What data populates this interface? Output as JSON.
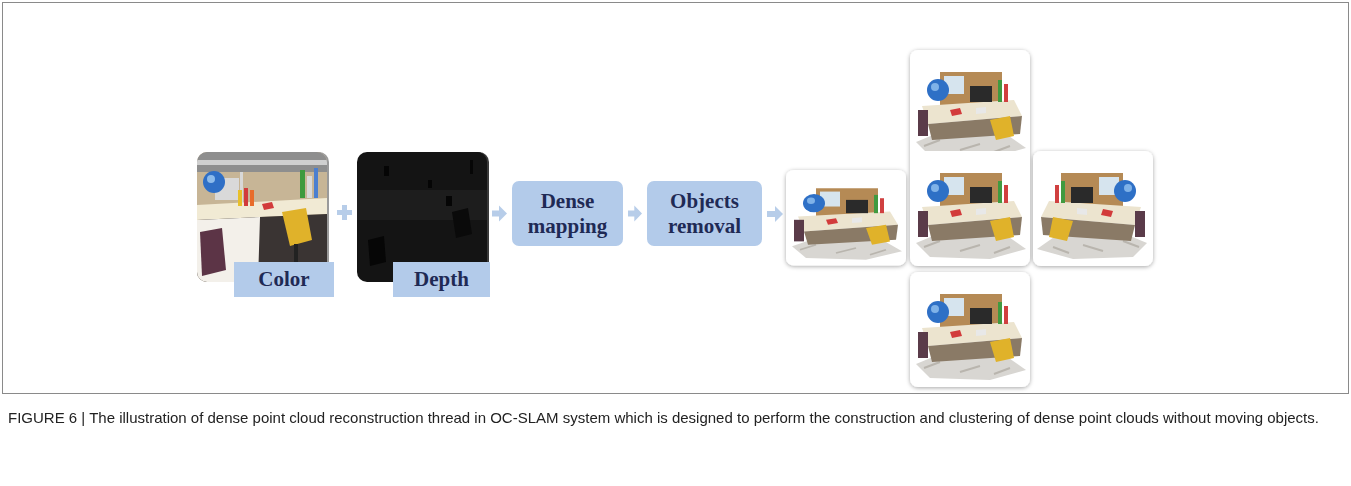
{
  "diagram": {
    "caption": "FIGURE 6 | The illustration of dense point cloud reconstruction thread in OC-SLAM system which is designed to perform the construction and clustering of dense point clouds without moving objects.",
    "nodes": [
      {
        "text": [
          "Color"
        ]
      },
      {
        "text": [
          "Depth"
        ]
      },
      {
        "text": [
          "Dense mapping"
        ]
      },
      {
        "text": [
          "Objects removal"
        ]
      }
    ],
    "edges": [
      {
        "from": 1,
        "to": 2,
        "arrow": "to"
      },
      {
        "from": 2,
        "to": 3,
        "arrow": "to"
      }
    ]
  }
}
